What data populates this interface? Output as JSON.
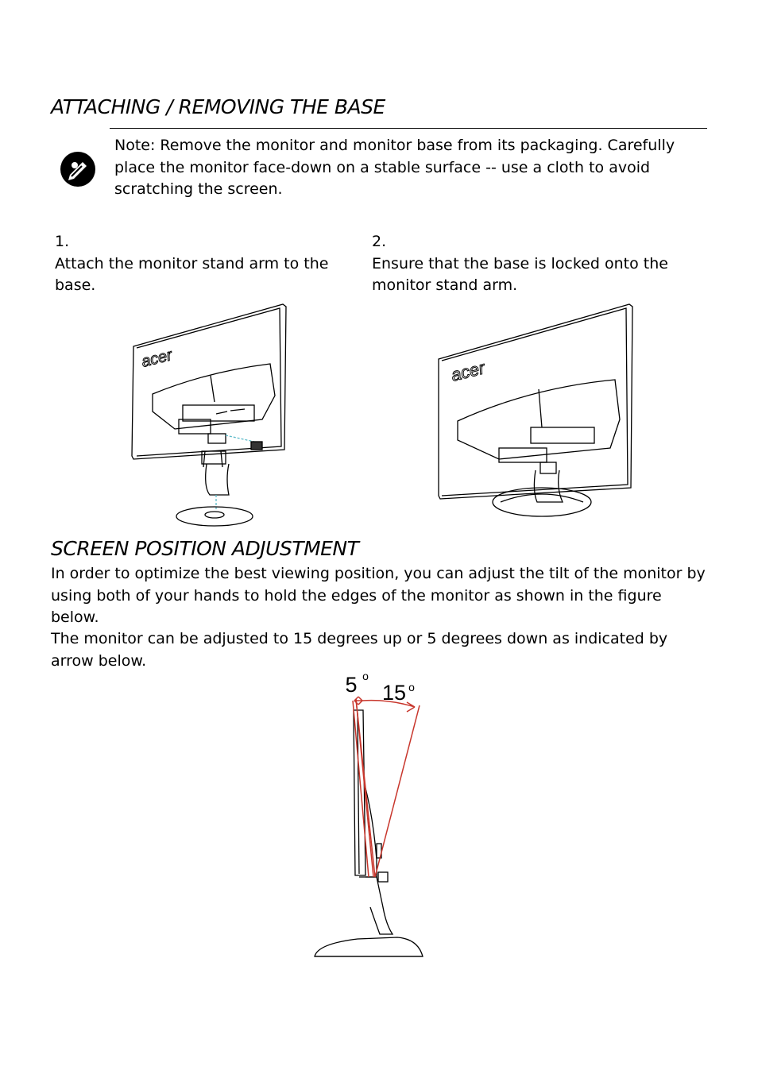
{
  "section1": {
    "title": "ATTACHING / REMOVING THE BASE",
    "note": "Note: Remove the monitor and monitor base from its packaging. Carefully place the monitor face-down on a stable surface -- use a cloth to avoid scratching the screen.",
    "note_icon": "note-icon",
    "steps": [
      {
        "number": "1.",
        "text": "Attach the monitor stand arm to the base."
      },
      {
        "number": "2.",
        "text": "Ensure that the base is locked onto the monitor stand arm."
      }
    ],
    "brand_logo": "acer"
  },
  "section2": {
    "title": "SCREEN POSITION ADJUSTMENT",
    "para1": "In order to optimize the best viewing position, you can adjust the tilt of the monitor by using both of your hands to hold the edges of the monitor as shown in the figure below.",
    "para2": "The monitor can be adjusted to 15 degrees up or 5 degrees down as indicated by arrow below.",
    "tilt_down": "5",
    "tilt_up": "15",
    "degree_mark": "o",
    "arrow_color": "#c8372d"
  }
}
